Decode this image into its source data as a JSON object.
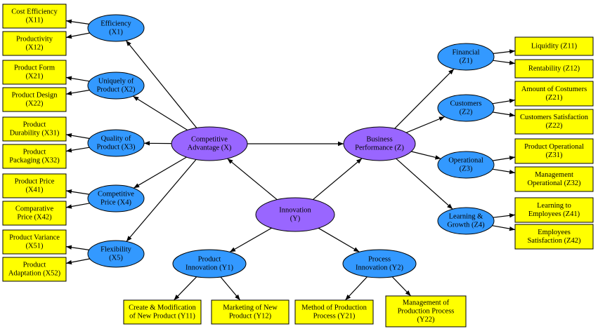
{
  "nodes": {
    "X11": [
      "Cost Efficiency",
      "(X11)"
    ],
    "X12": [
      "Productivity",
      "(X12)"
    ],
    "X21": [
      "Product Form",
      "(X21)"
    ],
    "X22": [
      "Product Design",
      "(X22)"
    ],
    "X31": [
      "Product",
      "Durability (X31)"
    ],
    "X32": [
      "Product",
      "Packaging (X32)"
    ],
    "X41": [
      "Product Price",
      "(X41)"
    ],
    "X42": [
      "Comparative",
      "Price (X42)"
    ],
    "X51": [
      "Product Variance",
      "(X51)"
    ],
    "X52": [
      "Product",
      "Adaptation (X52)"
    ],
    "X1": [
      "Efficiency",
      "(X1)"
    ],
    "X2": [
      "Uniquely of",
      "Product (X2)"
    ],
    "X3": [
      "Quality of",
      "Product (X3)"
    ],
    "X4": [
      "Competitive",
      "Price (X4)"
    ],
    "X5": [
      "Flexibility",
      "(X5)"
    ],
    "X": [
      "Competitive",
      "Advantage (X)"
    ],
    "Y": [
      "Innovation",
      "(Y)"
    ],
    "Z": [
      "Business",
      "Performance (Z)"
    ],
    "Y1": [
      "Product",
      "Innovation (Y1)"
    ],
    "Y2": [
      "Process",
      "Innovation (Y2)"
    ],
    "Y11": [
      "Create & Modification",
      "of New Product (Y11)"
    ],
    "Y12": [
      "Marketing of New",
      "Product (Y12)"
    ],
    "Y21": [
      "Method of Production",
      "Process (Y21)"
    ],
    "Y22": [
      "Management of",
      "Production Process",
      "(Y22)"
    ],
    "Z1": [
      "Financial",
      "(Z1)"
    ],
    "Z2": [
      "Customers",
      "(Z2)"
    ],
    "Z3": [
      "Operational",
      "(Z3)"
    ],
    "Z4": [
      "Learning &",
      "Growth (Z4)"
    ],
    "Z11": [
      "Liquidity (Z11)"
    ],
    "Z12": [
      "Rentability (Z12)"
    ],
    "Z21": [
      "Amount of Costumers",
      "(Z21)"
    ],
    "Z22": [
      "Customers Satisfaction",
      "(Z22)"
    ],
    "Z31": [
      "Product Operational",
      "(Z31)"
    ],
    "Z32": [
      "Management",
      "Operational (Z32)"
    ],
    "Z41": [
      "Learning to",
      "Employees (Z41)"
    ],
    "Z42": [
      "Employees",
      "Satisfaction (Z42)"
    ]
  },
  "colors": {
    "indicator_box": "#ffff00",
    "dimension_ellipse": "#3399ff",
    "construct_ellipse": "#9966ff",
    "line": "#000000"
  },
  "edges": [
    [
      "X1",
      "X11"
    ],
    [
      "X1",
      "X12"
    ],
    [
      "X2",
      "X21"
    ],
    [
      "X2",
      "X22"
    ],
    [
      "X3",
      "X31"
    ],
    [
      "X3",
      "X32"
    ],
    [
      "X4",
      "X41"
    ],
    [
      "X4",
      "X42"
    ],
    [
      "X5",
      "X51"
    ],
    [
      "X5",
      "X52"
    ],
    [
      "X",
      "X1"
    ],
    [
      "X",
      "X2"
    ],
    [
      "X",
      "X3"
    ],
    [
      "X",
      "X4"
    ],
    [
      "X",
      "X5"
    ],
    [
      "X",
      "Z"
    ],
    [
      "Y",
      "X"
    ],
    [
      "Y",
      "Z"
    ],
    [
      "Y",
      "Y1"
    ],
    [
      "Y",
      "Y2"
    ],
    [
      "Y1",
      "Y11"
    ],
    [
      "Y1",
      "Y12"
    ],
    [
      "Y2",
      "Y21"
    ],
    [
      "Y2",
      "Y22"
    ],
    [
      "Z",
      "Z1"
    ],
    [
      "Z",
      "Z2"
    ],
    [
      "Z",
      "Z3"
    ],
    [
      "Z",
      "Z4"
    ],
    [
      "Z1",
      "Z11"
    ],
    [
      "Z1",
      "Z12"
    ],
    [
      "Z2",
      "Z21"
    ],
    [
      "Z2",
      "Z22"
    ],
    [
      "Z3",
      "Z31"
    ],
    [
      "Z3",
      "Z32"
    ],
    [
      "Z4",
      "Z41"
    ],
    [
      "Z4",
      "Z42"
    ]
  ]
}
